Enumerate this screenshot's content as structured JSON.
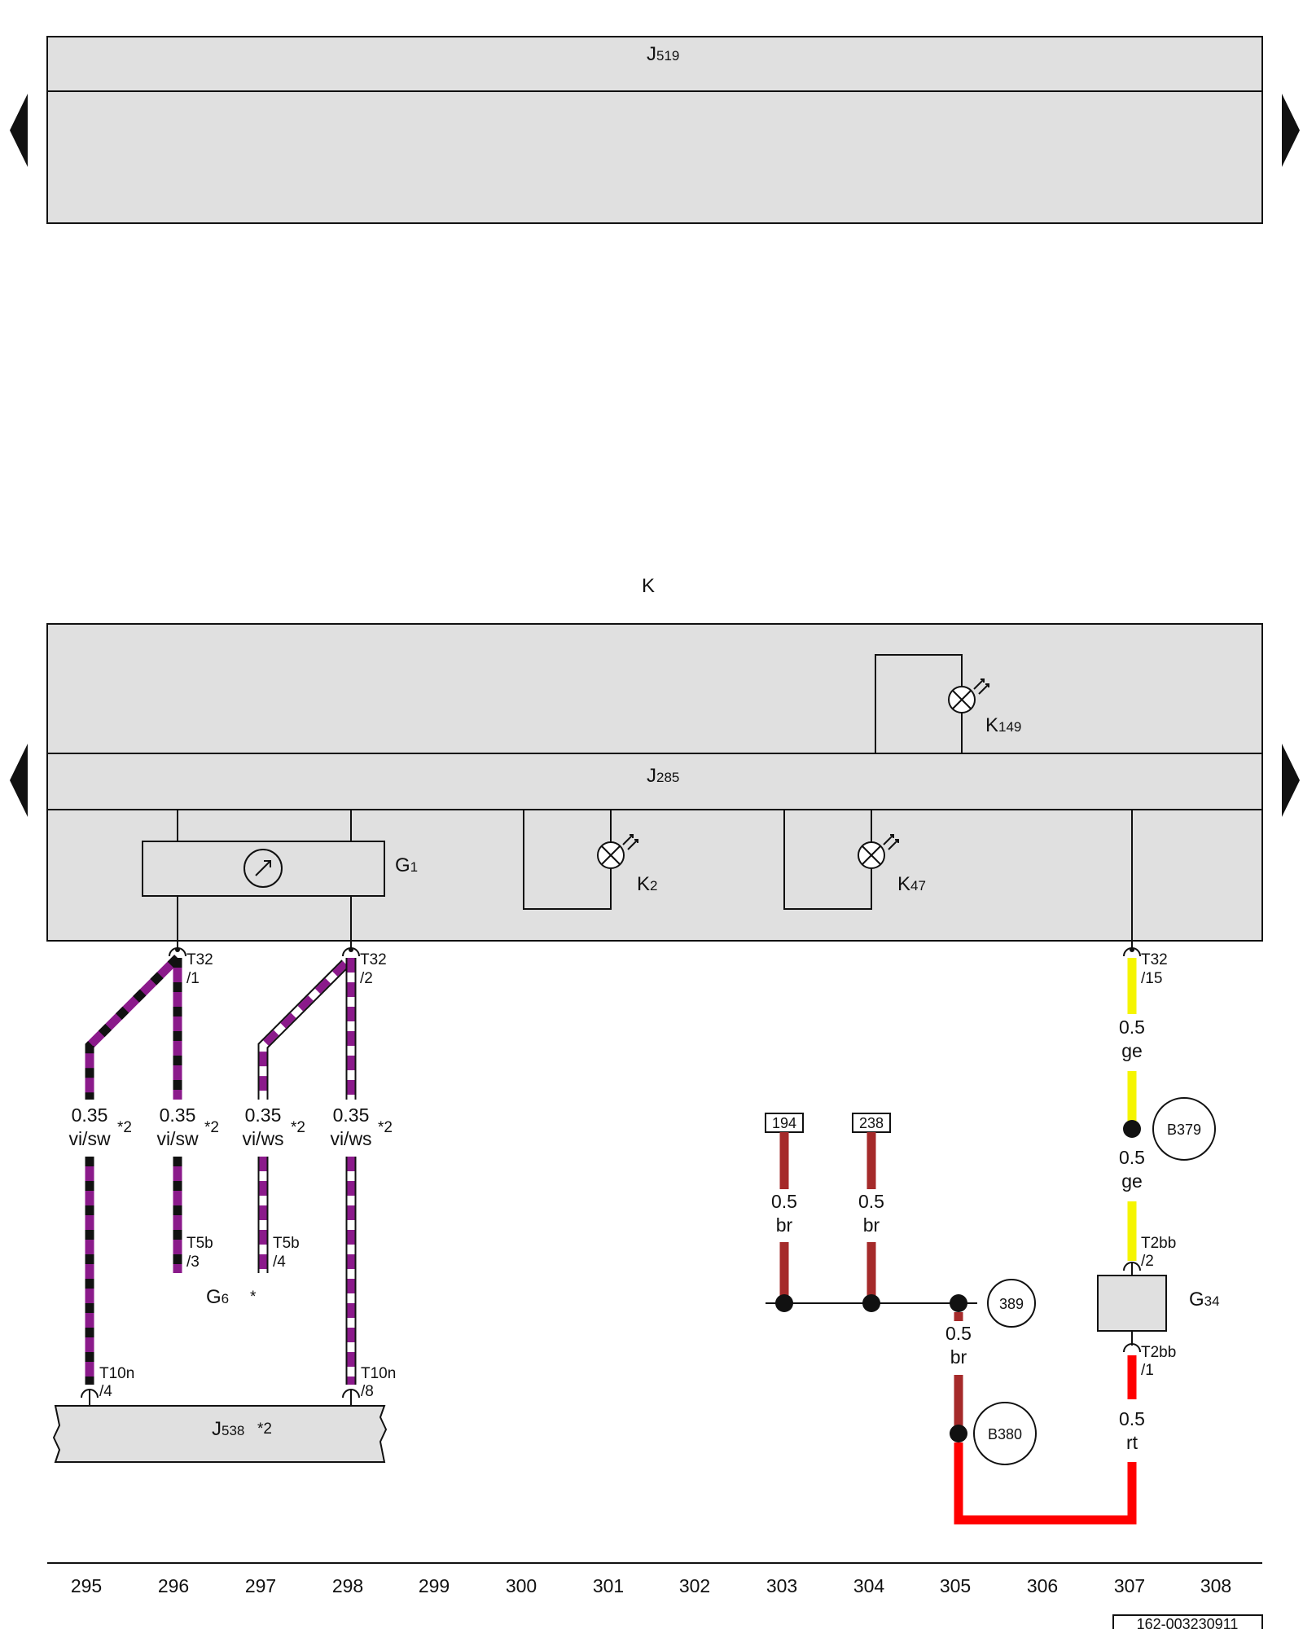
{
  "components": {
    "j519": {
      "main": "J",
      "sub": "519"
    },
    "k": {
      "main": "K",
      "sub": ""
    },
    "j285": {
      "main": "J",
      "sub": "285"
    },
    "k149": {
      "main": "K",
      "sub": "149"
    },
    "g1": {
      "main": "G",
      "sub": "1"
    },
    "k2": {
      "main": "K",
      "sub": "2"
    },
    "k47": {
      "main": "K",
      "sub": "47"
    },
    "g6": {
      "main": "G",
      "sub": "6",
      "note": "*"
    },
    "j538": {
      "main": "J",
      "sub": "538",
      "note": "*2"
    },
    "g34": {
      "main": "G",
      "sub": "34"
    }
  },
  "connectors": {
    "t32_1": {
      "name": "T32",
      "pin": "/1"
    },
    "t32_2": {
      "name": "T32",
      "pin": "/2"
    },
    "t32_15": {
      "name": "T32",
      "pin": "/15"
    },
    "t5b_3": {
      "name": "T5b",
      "pin": "/3"
    },
    "t5b_4": {
      "name": "T5b",
      "pin": "/4"
    },
    "t10n_4": {
      "name": "T10n",
      "pin": "/4"
    },
    "t10n_8": {
      "name": "T10n",
      "pin": "/8"
    },
    "t2bb_2": {
      "name": "T2bb",
      "pin": "/2"
    },
    "t2bb_1": {
      "name": "T2bb",
      "pin": "/1"
    }
  },
  "wires": {
    "w295": {
      "size": "0.35",
      "color": "vi/sw",
      "note": "*2"
    },
    "w296": {
      "size": "0.35",
      "color": "vi/sw",
      "note": "*2"
    },
    "w297": {
      "size": "0.35",
      "color": "vi/ws",
      "note": "*2"
    },
    "w298": {
      "size": "0.35",
      "color": "vi/ws",
      "note": "*2"
    },
    "w303": {
      "size": "0.5",
      "color": "br"
    },
    "w304": {
      "size": "0.5",
      "color": "br"
    },
    "w305": {
      "size": "0.5",
      "color": "br"
    },
    "w307a": {
      "size": "0.5",
      "color": "ge"
    },
    "w307b": {
      "size": "0.5",
      "color": "ge"
    },
    "w307c": {
      "size": "0.5",
      "color": "rt"
    }
  },
  "references": {
    "ref194": "194",
    "ref238": "238",
    "ref389": "389",
    "b379": "B379",
    "b380": "B380"
  },
  "columns": [
    "295",
    "296",
    "297",
    "298",
    "299",
    "300",
    "301",
    "302",
    "303",
    "304",
    "305",
    "306",
    "307",
    "308"
  ],
  "doc_id": "162-003230911",
  "colors": {
    "vi": "#8b1a8b",
    "sw": "#111111",
    "ws": "#ffffff",
    "br": "#a52a2a",
    "ge": "#f5f500",
    "rt": "#ff0000",
    "panel": "#e0e0e0"
  },
  "icons": [
    "arrow-left-icon",
    "arrow-right-icon",
    "gauge-icon",
    "lamp-icon",
    "splice-icon",
    "connector-pin-icon"
  ]
}
